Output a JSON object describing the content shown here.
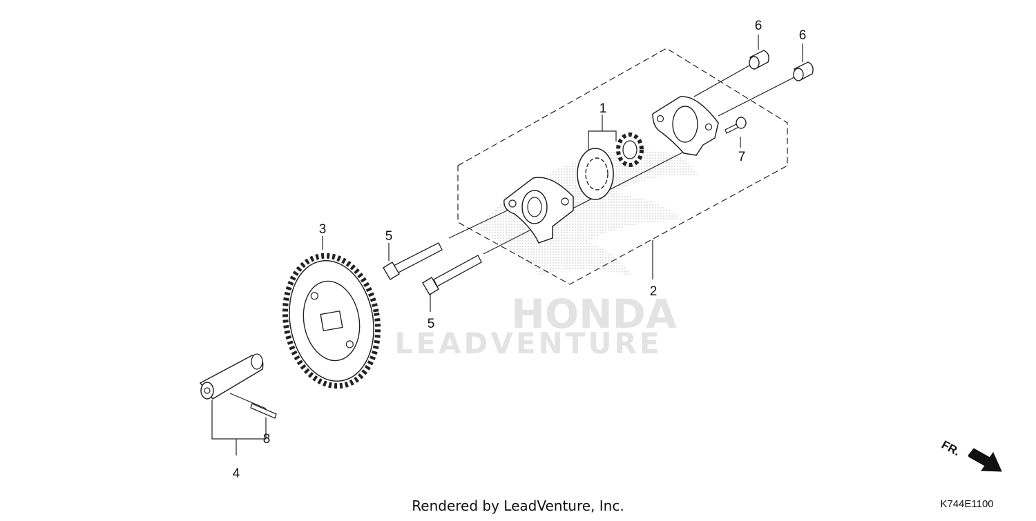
{
  "diagram": {
    "callouts": {
      "p1": "1",
      "p2": "2",
      "p3": "3",
      "p4": "4",
      "p5a": "5",
      "p5b": "5",
      "p6a": "6",
      "p6b": "6",
      "p7": "7",
      "p8": "8"
    },
    "direction_label": "FR.",
    "diagram_code": "K744E1100",
    "footer": "Rendered by LeadVenture, Inc.",
    "watermark": {
      "brand": "HONDA",
      "vendor": "LEADVENTURE"
    }
  }
}
